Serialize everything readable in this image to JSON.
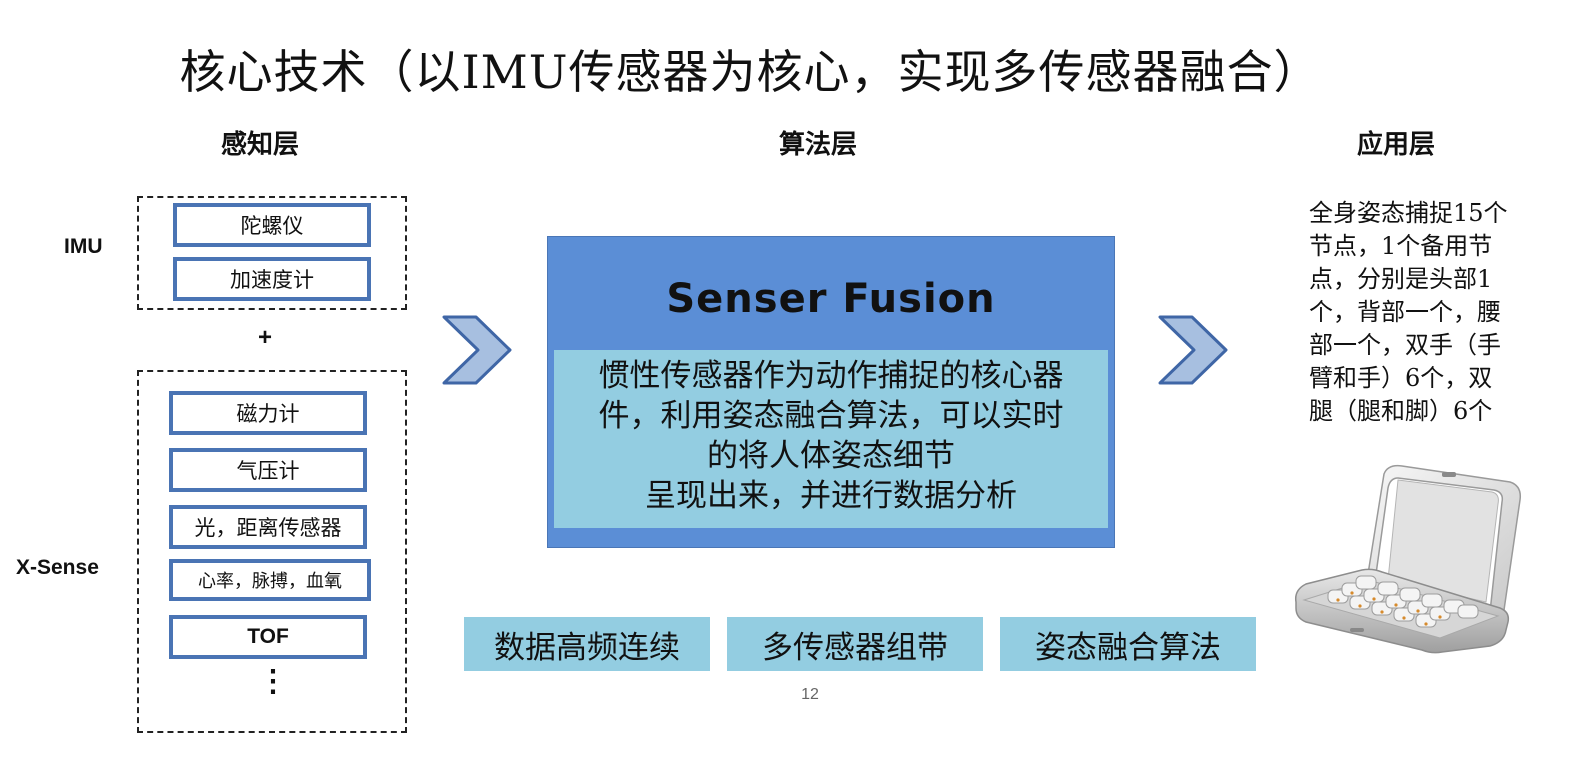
{
  "title": "核心技术（以IMU传感器为核心，实现多传感器融合）",
  "layers": {
    "perception": "感知层",
    "algorithm": "算法层",
    "application": "应用层"
  },
  "perception": {
    "imu_label": "IMU",
    "xsense_label": "X-Sense",
    "plus": "+",
    "imu_sensors": [
      "陀螺仪",
      "加速度计"
    ],
    "xsense_sensors": [
      "磁力计",
      "气压计",
      "光，距离传感器",
      "心率，脉搏，血氧",
      "TOF"
    ],
    "ellipsis": "⋮"
  },
  "algorithm": {
    "fusion_title": "Senser Fusion",
    "description_lines": [
      "惯性传感器作为动作捕捉的核心器",
      "件，利用姿态融合算法，可以实时",
      "的将人体姿态细节",
      "呈现出来，并进行数据分析"
    ],
    "features": [
      "数据高频连续",
      "多传感器组带",
      "姿态融合算法"
    ]
  },
  "application": {
    "description_lines": [
      "全身姿态捕捉15个",
      "节点，1个备用节",
      "点，分别是头部1",
      "个，背部一个，腰",
      "部一个，双手（手",
      "臂和手）6个，双",
      "腿（腿和脚）6个"
    ]
  },
  "page_number": "12",
  "colors": {
    "sensor_border": "#4a74b4",
    "fusion_blue": "#5b8ed6",
    "light_blue": "#93cde1",
    "arrow_fill": "#a7bfe0",
    "arrow_stroke": "#3f66a6"
  }
}
